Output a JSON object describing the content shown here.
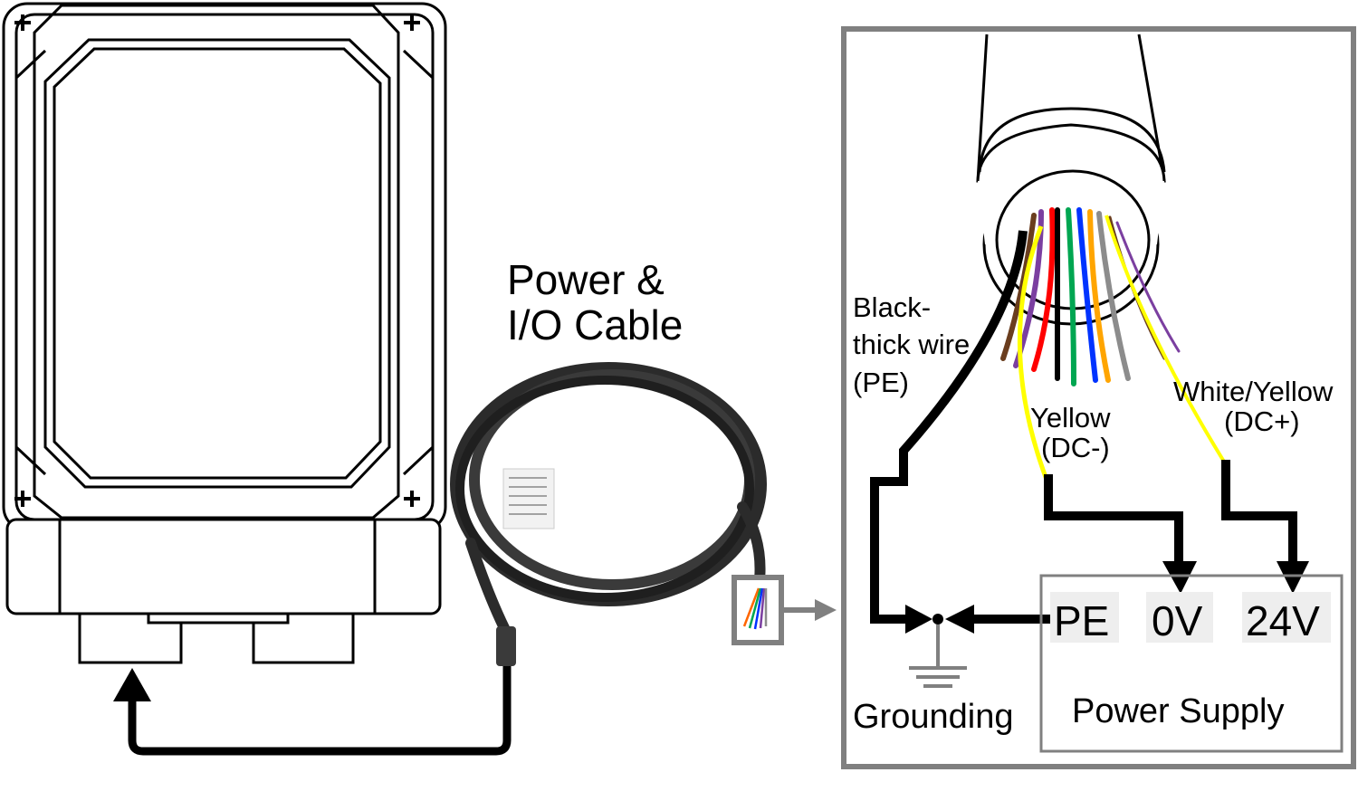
{
  "cable_label": {
    "line1": "Power &",
    "line2": "I/O Cable"
  },
  "wire_labels": {
    "black": {
      "line1": "Black-",
      "line2": "thick wire",
      "line3": "(PE)"
    },
    "yellow": {
      "line1": "Yellow",
      "line2": "(DC-)"
    },
    "white_yellow": {
      "line1": "White/Yellow",
      "line2": "(DC+)"
    }
  },
  "terminals": {
    "pe": "PE",
    "zero_v": "0V",
    "twenty_four_v": "24V"
  },
  "grounding_label": "Grounding",
  "power_supply_label": "Power Supply",
  "colors": {
    "frame_gray": "#808080",
    "terminal_bg": "#eeeeee",
    "wire_yellow": "#ffff00",
    "wire_black": "#000000",
    "cable_body": "#2b2b2b"
  },
  "wire_colors": [
    "#6a3d1e",
    "#7b3fa0",
    "#ff0000",
    "#000000",
    "#00a651",
    "#0033ff",
    "#ffa500",
    "#8c8c8c",
    "#6a3d1e",
    "#7b3fa0"
  ]
}
